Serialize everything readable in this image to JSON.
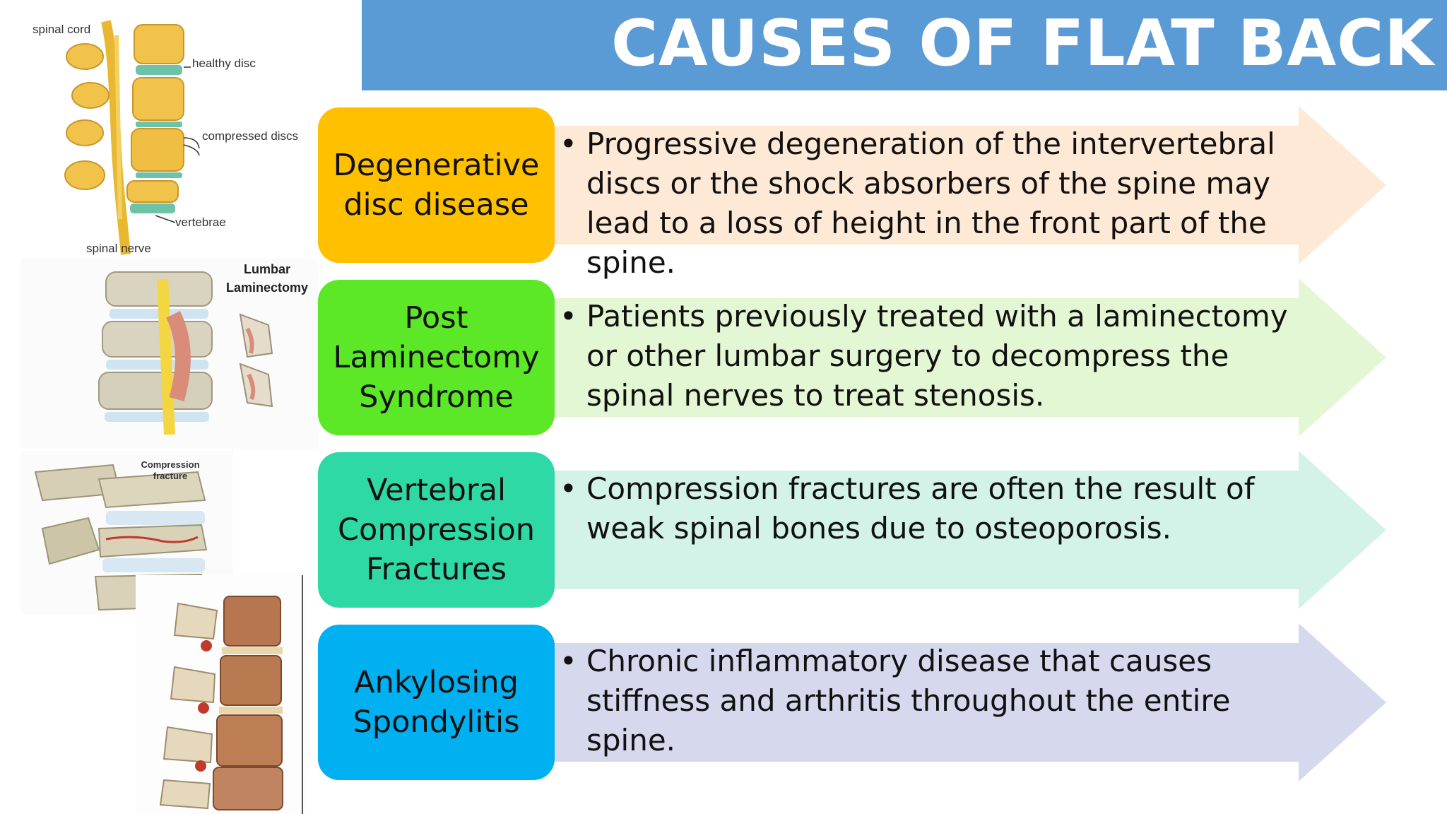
{
  "title": "CAUSES OF FLAT BACK",
  "colors": {
    "title_bar": "#5b9bd5",
    "title_text": "#ffffff"
  },
  "illustrations": {
    "disc": {
      "labels": [
        "spinal cord",
        "healthy disc",
        "compressed discs",
        "vertebrae",
        "spinal nerve"
      ]
    },
    "laminectomy": {
      "label": "Lumbar Laminectomy"
    },
    "fracture": {
      "label": "Compression fracture"
    },
    "spondylitis": {
      "labels": []
    }
  },
  "causes": [
    {
      "name": "Degenerative disc disease",
      "bullet": "•",
      "description": "Progressive degeneration of the intervertebral discs or the shock absorbers of the spine may lead to a loss of height in the front part of the spine.",
      "box_color": "#ffc000",
      "arrow_color": "#fde9d5"
    },
    {
      "name": "Post Laminectomy Syndrome",
      "bullet": "•",
      "description": "Patients previously treated with a laminectomy or other lumbar surgery to decompress the spinal nerves to treat stenosis.",
      "box_color": "#5ce826",
      "arrow_color": "#e4f7d4"
    },
    {
      "name": "Vertebral Compression Fractures",
      "bullet": "•",
      "description": "Compression fractures are often the result of weak spinal bones due to osteoporosis.",
      "box_color": "#2fd9a6",
      "arrow_color": "#d3f3e9"
    },
    {
      "name": "Ankylosing Spondylitis",
      "bullet": "•",
      "description": "Chronic inflammatory disease that causes stiffness and arthritis throughout the entire spine.",
      "box_color": "#00b0f0",
      "arrow_color": "#d6d9ee"
    }
  ]
}
